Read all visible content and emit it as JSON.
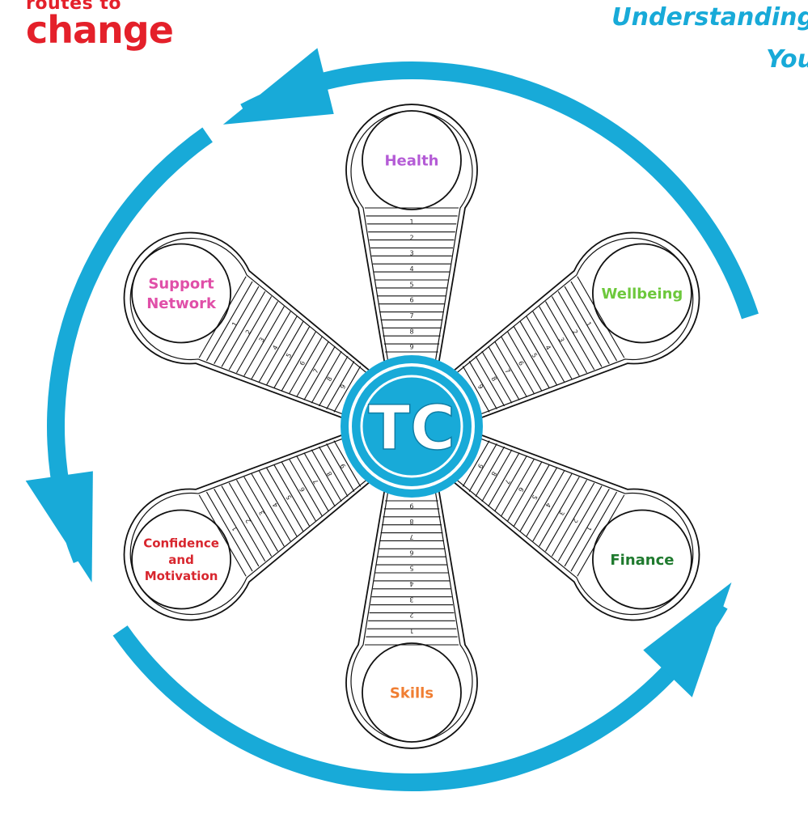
{
  "logo": {
    "line1_word": "routes",
    "line1_suffix": "to",
    "line2": "change"
  },
  "title": {
    "line1": "Understanding",
    "line2": "You"
  },
  "center_badge": "TC",
  "colors": {
    "arrow": "#18aad8",
    "center": "#18aad8",
    "logo": "#e4202a",
    "outline": "#111111"
  },
  "steps": [
    "1",
    "2",
    "3",
    "4",
    "5",
    "6",
    "7",
    "8",
    "9"
  ],
  "spokes": [
    {
      "key": "health",
      "label_lines": [
        "Health"
      ],
      "color": "#b45bd6",
      "angle": -90
    },
    {
      "key": "wellbeing",
      "label_lines": [
        "Wellbeing"
      ],
      "color": "#6dc83c",
      "angle": -30
    },
    {
      "key": "finance",
      "label_lines": [
        "Finance"
      ],
      "color": "#1f7a2e",
      "angle": 30
    },
    {
      "key": "skills",
      "label_lines": [
        "Skills"
      ],
      "color": "#f07e32",
      "angle": 90
    },
    {
      "key": "confidence",
      "label_lines": [
        "Confidence",
        "and",
        "Motivation"
      ],
      "color": "#d8262e",
      "angle": 150
    },
    {
      "key": "support",
      "label_lines": [
        "Support",
        "Network"
      ],
      "color": "#e04fa8",
      "angle": 210
    }
  ]
}
